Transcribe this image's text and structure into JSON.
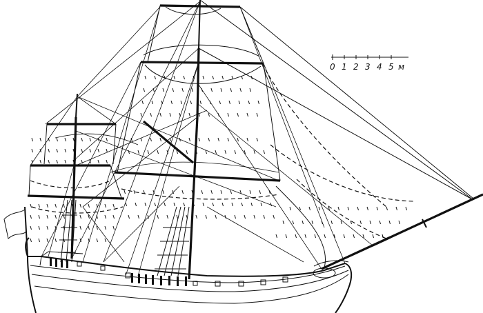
{
  "figure": {
    "scale_bar": {
      "ticks": [
        "0",
        "1",
        "2",
        "3",
        "4",
        "5"
      ],
      "unit": "м"
    }
  }
}
